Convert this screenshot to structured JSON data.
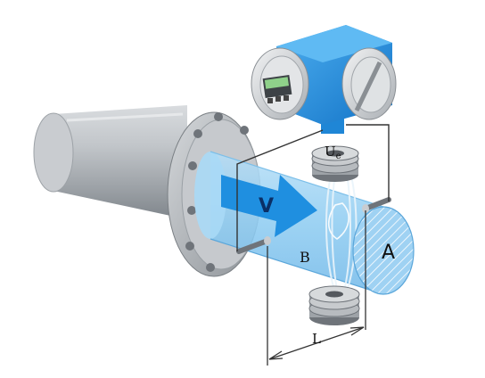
{
  "labels": {
    "ue_main": "U",
    "ue_sub": "e",
    "velocity": "V",
    "magnetic_field": "B",
    "area": "A",
    "length": "L"
  },
  "colors": {
    "pipe_blue": "#7fc4ef",
    "arrow_blue": "#1f8fe0",
    "transmitter_blue": "#1e8ee6",
    "metal_grey": "#b8bcc0",
    "wire": "#333333"
  },
  "icons": {
    "transmitter": "transmitter-icon",
    "electrode": "electrode-icon",
    "coil": "coil-icon",
    "flow_arrow": "flow-arrow-icon"
  }
}
